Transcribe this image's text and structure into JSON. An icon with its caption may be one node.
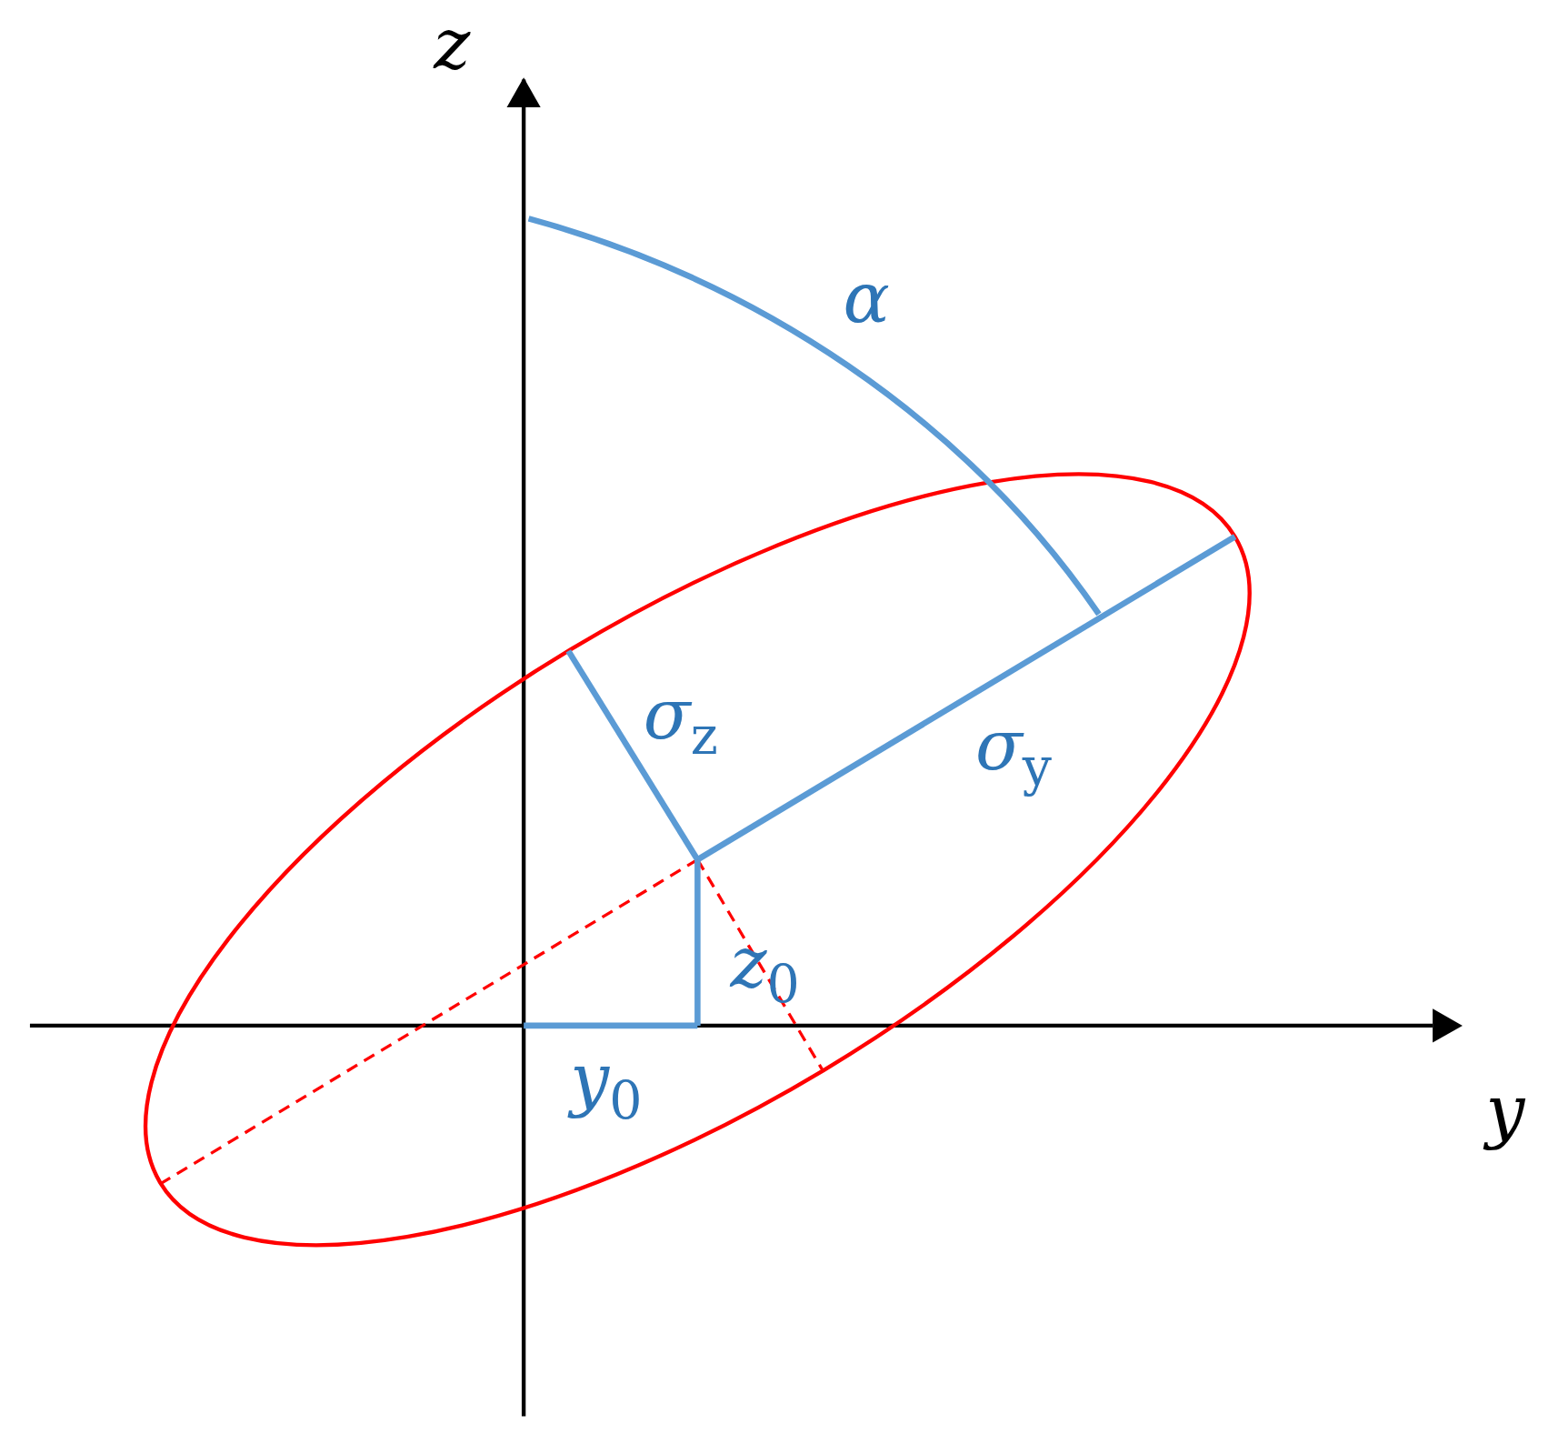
{
  "diagram": {
    "labels": [
      "z",
      "α",
      "σ$_{z}$",
      "σ$_{y}$",
      "z$_{0}$",
      "y$_{0}$",
      "y"
    ]
  }
}
